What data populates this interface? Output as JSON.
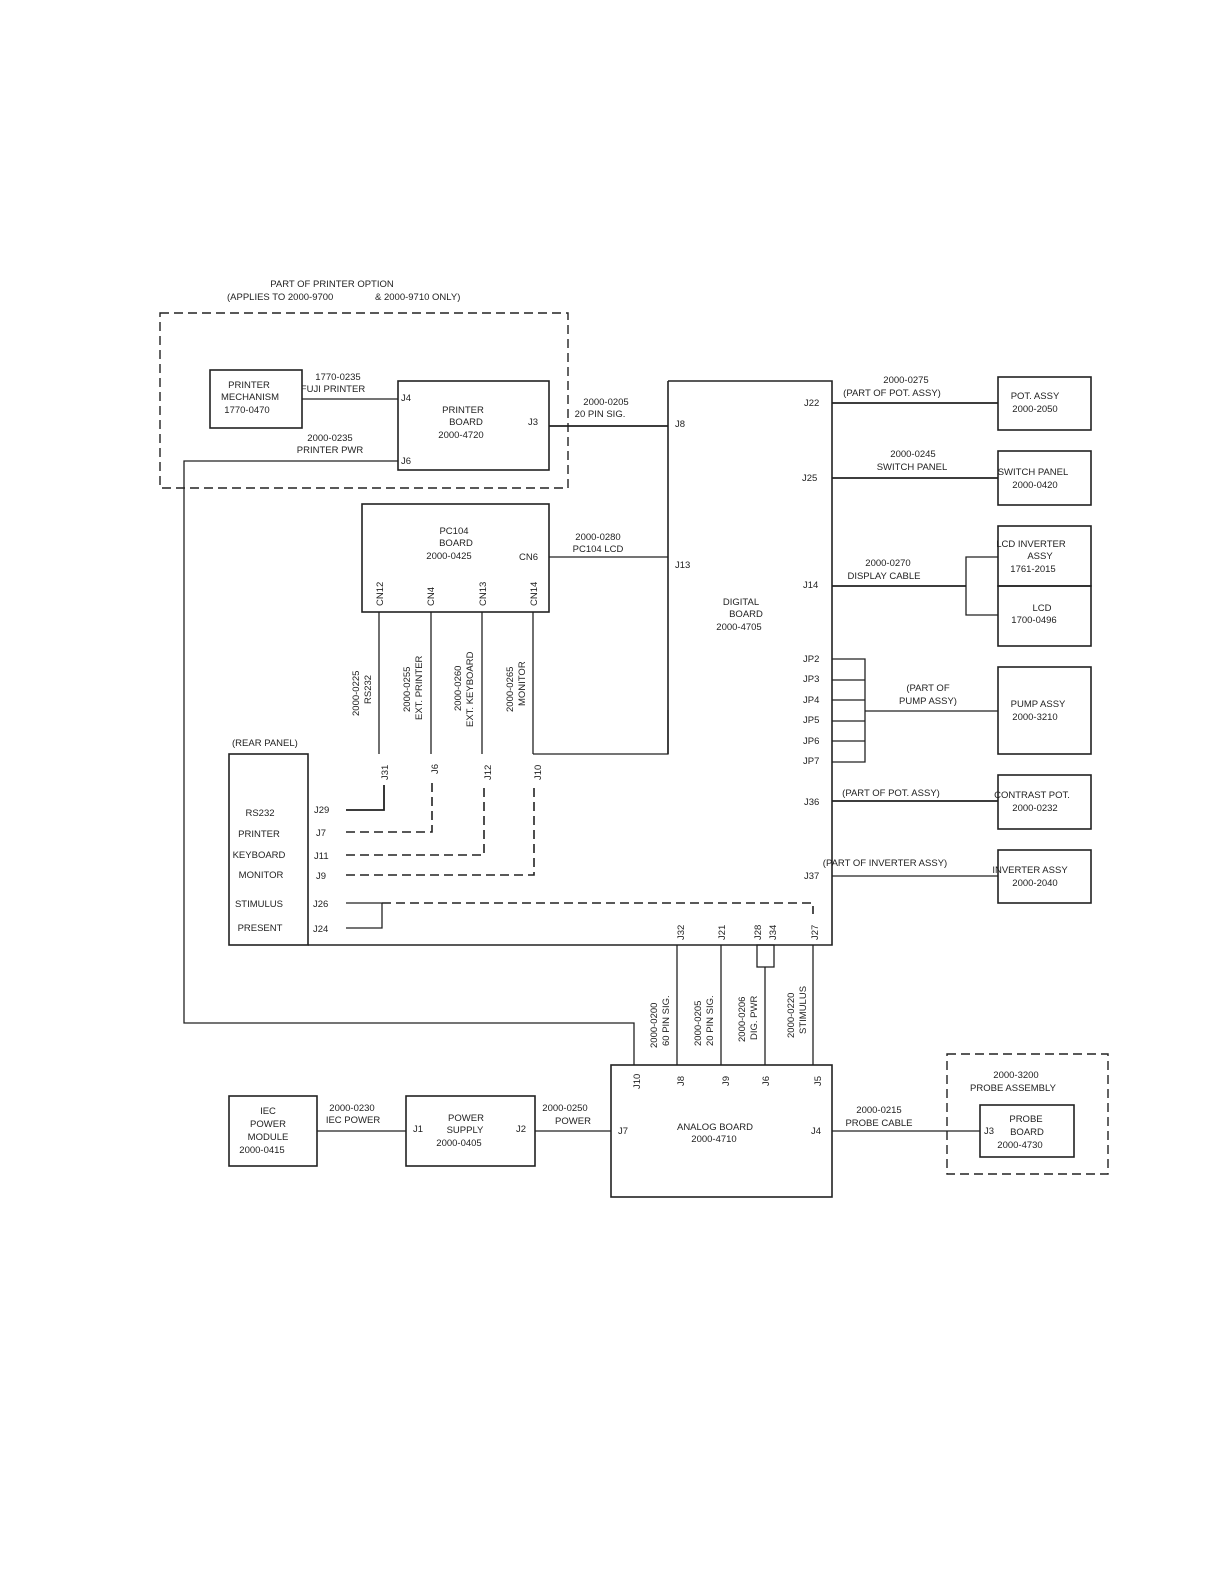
{
  "printer_option": {
    "title": "PART OF PRINTER OPTION",
    "applies_a": "(APPLIES TO 2000-9700",
    "applies_b": "& 2000-9710 ONLY)"
  },
  "printer_mechanism": {
    "line1": "PRINTER",
    "line2": "MECHANISM",
    "part": "1770-0470"
  },
  "fuji_cable": {
    "part": "1770-0235",
    "name": "FUJI PRINTER"
  },
  "printer_pwr_cable": {
    "part": "2000-0235",
    "name": "PRINTER PWR"
  },
  "printer_board": {
    "line1": "PRINTER",
    "line2": "BOARD",
    "part": "2000-4720",
    "j4": "J4",
    "j6": "J6",
    "j3": "J3"
  },
  "sig20_cable": {
    "part": "2000-0205",
    "name": "20 PIN SIG."
  },
  "pc104_board": {
    "line1": "PC104",
    "line2": "BOARD",
    "part": "2000-0425",
    "cn6": "CN6",
    "cn12": "CN12",
    "cn4": "CN4",
    "cn13": "CN13",
    "cn14": "CN14"
  },
  "pc104_lcd_cable": {
    "part": "2000-0280",
    "name": "PC104 LCD"
  },
  "digital_board": {
    "line1": "DIGITAL",
    "line2": "BOARD",
    "part": "2000-4705",
    "j8": "J8",
    "j13": "J13",
    "j22": "J22",
    "j25": "J25",
    "j14": "J14",
    "jp2": "JP2",
    "jp3": "JP3",
    "jp4": "JP4",
    "jp5": "JP5",
    "jp6": "JP6",
    "jp7": "JP7",
    "j36": "J36",
    "j37": "J37",
    "j32": "J32",
    "j21": "J21",
    "j28": "J28",
    "j34": "J34",
    "j27": "J27"
  },
  "pot_cable": {
    "part": "2000-0275",
    "name": "(PART OF POT. ASSY)"
  },
  "pot_assy": {
    "name": "POT. ASSY",
    "part": "2000-2050"
  },
  "switch_cable": {
    "part": "2000-0245",
    "name": "SWITCH PANEL"
  },
  "switch_panel": {
    "name": "SWITCH PANEL",
    "part": "2000-0420"
  },
  "display_cable": {
    "part": "2000-0270",
    "name": "DISPLAY CABLE"
  },
  "lcd_inverter": {
    "line1": "LCD INVERTER",
    "line2": "ASSY",
    "part": "1761-2015"
  },
  "lcd": {
    "name": "LCD",
    "part": "1700-0496"
  },
  "pump_note": {
    "line1": "(PART OF",
    "line2": "PUMP ASSY)"
  },
  "pump_assy": {
    "name": "PUMP ASSY",
    "part": "2000-3210"
  },
  "contrast_note": "(PART OF POT. ASSY)",
  "contrast_pot": {
    "name": "CONTRAST POT.",
    "part": "2000-0232"
  },
  "inverter_note": "(PART OF INVERTER ASSY)",
  "inverter_assy": {
    "name": "INVERTER ASSY",
    "part": "2000-2040"
  },
  "vertical_cables": {
    "rs232": {
      "part": "2000-0225",
      "name": "RS232"
    },
    "ext_printer": {
      "part": "2000-0255",
      "name": "EXT. PRINTER"
    },
    "ext_keyboard": {
      "part": "2000-0260",
      "name": "EXT. KEYBOARD"
    },
    "monitor": {
      "part": "2000-0265",
      "name": "MONITOR"
    }
  },
  "rear_panel": {
    "label": "(REAR PANEL)",
    "rs232": "RS232",
    "printer": "PRINTER",
    "keyboard": "KEYBOARD",
    "monitor": "MONITOR",
    "stimulus": "STIMULUS",
    "present": "PRESENT",
    "j29": "J29",
    "j7": "J7",
    "j11": "J11",
    "j9": "J9",
    "j26": "J26",
    "j24": "J24",
    "j31": "J31",
    "j6": "J6",
    "j12": "J12",
    "j10": "J10"
  },
  "lower_cables": {
    "sig60": {
      "part": "2000-0200",
      "name": "60 PIN SIG."
    },
    "sig20": {
      "part": "2000-0205",
      "name": "20 PIN SIG."
    },
    "digpwr": {
      "part": "2000-0206",
      "name": "DIG. PWR"
    },
    "stimulus": {
      "part": "2000-0220",
      "name": "STIMULUS"
    }
  },
  "analog_board": {
    "line1": "ANALOG BOARD",
    "part": "2000-4710",
    "j10": "J10",
    "j8": "J8",
    "j9": "J9",
    "j6": "J6",
    "j5": "J5",
    "j7": "J7",
    "j4": "J4"
  },
  "iec_module": {
    "line1": "IEC",
    "line2": "POWER",
    "line3": "MODULE",
    "part": "2000-0415"
  },
  "iec_cable": {
    "part": "2000-0230",
    "name": "IEC POWER"
  },
  "power_supply": {
    "line1": "POWER",
    "line2": "SUPPLY",
    "part": "2000-0405",
    "j1": "J1",
    "j2": "J2"
  },
  "power_cable": {
    "part": "2000-0250",
    "name": "POWER"
  },
  "probe_cable": {
    "part": "2000-0215",
    "name": "PROBE CABLE"
  },
  "probe_assembly": {
    "part": "2000-3200",
    "name": "PROBE ASSEMBLY"
  },
  "probe_board": {
    "line1": "PROBE",
    "line2": "BOARD",
    "part": "2000-4730",
    "j3": "J3"
  }
}
